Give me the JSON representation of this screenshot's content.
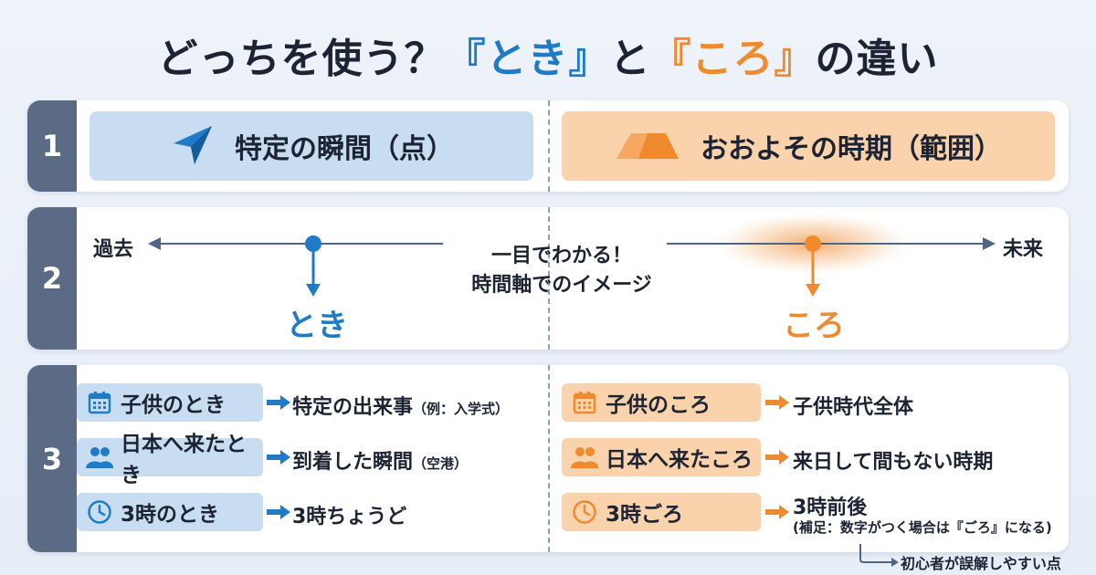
{
  "title": {
    "prefix": "どっちを使う？",
    "toki": "『とき』",
    "mid": "と",
    "koro": "『ころ』",
    "suffix": "の違い"
  },
  "sections": {
    "one": {
      "num": "1",
      "left_label": "特定の瞬間（点）",
      "right_label": "おおよその時期（範囲）"
    },
    "two": {
      "num": "2",
      "past": "過去",
      "future": "未来",
      "center_line1": "一目でわかる！",
      "center_line2": "時間軸でのイメージ",
      "toki": "とき",
      "koro": "ころ"
    },
    "three": {
      "num": "3",
      "left": [
        {
          "icon": "calendar-icon",
          "label": "子供のとき",
          "result": "特定の出来事",
          "note": "（例：入学式）"
        },
        {
          "icon": "people-icon",
          "label": "日本へ来たとき",
          "result": "到着した瞬間",
          "note": "（空港）"
        },
        {
          "icon": "clock-icon",
          "label": "3時のとき",
          "result": "3時ちょうど",
          "note": ""
        }
      ],
      "right": [
        {
          "icon": "calendar-icon",
          "label": "子供のころ",
          "result": "子供時代全体",
          "note": ""
        },
        {
          "icon": "people-icon",
          "label": "日本へ来たころ",
          "result": "来日して間もない時期",
          "note": ""
        },
        {
          "icon": "clock-icon",
          "label": "3時ごろ",
          "result": "3時前後",
          "note": "(補足：数字がつく場合は『ごろ』になる)"
        }
      ]
    }
  },
  "footer_note": "初心者が誤解しやすい点",
  "colors": {
    "blue": "#1f7bc8",
    "orange": "#ef8a2f",
    "tab": "#5b6a85",
    "navy": "#4f6585"
  }
}
